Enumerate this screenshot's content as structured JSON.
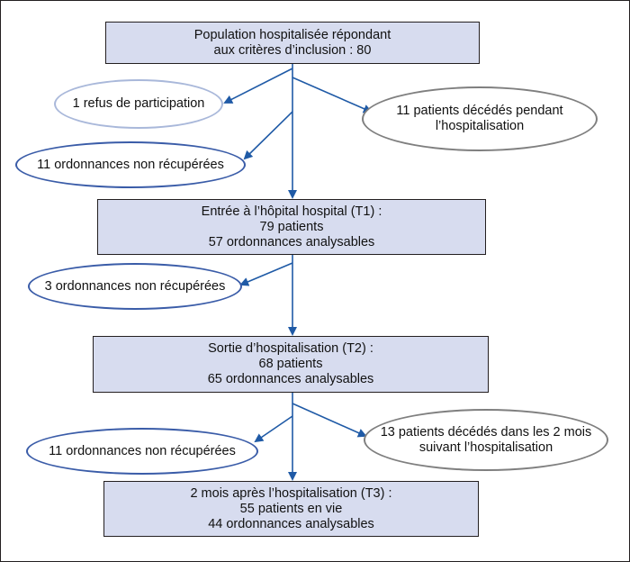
{
  "boxes": {
    "population": [
      "Population hospitalisée répondant",
      "aux critères d’inclusion : 80"
    ],
    "t1": [
      "Entrée à l’hôpital hospital (T1) :",
      "79 patients",
      "57 ordonnances analysables"
    ],
    "t2": [
      "Sortie d’hospitalisation (T2) :",
      "68 patients",
      "65 ordonnances analysables"
    ],
    "t3": [
      "2 mois après l’hospitalisation (T3) :",
      "55 patients en vie",
      "44 ordonnances analysables"
    ]
  },
  "exclusions": {
    "refus": [
      "1 refus de participation"
    ],
    "deces_hosp": [
      "11 patients décédés pendant",
      "l’hospitalisation"
    ],
    "ord_t1": [
      "11 ordonnances non récupérées"
    ],
    "ord_t2": [
      "3 ordonnances non récupérées"
    ],
    "ord_t3": [
      "11 ordonnances non récupérées"
    ],
    "deces_2mois": [
      "13 patients décédés dans les 2 mois",
      "suivant l’hospitalisation"
    ]
  },
  "colors": {
    "box_fill": "#d7dcef",
    "arrow": "#1f5aa6",
    "ellipse_border_blue": "#3a5ca8",
    "ellipse_border_light": "#a9b8da",
    "ellipse_border_gray": "#7f7f7f"
  }
}
